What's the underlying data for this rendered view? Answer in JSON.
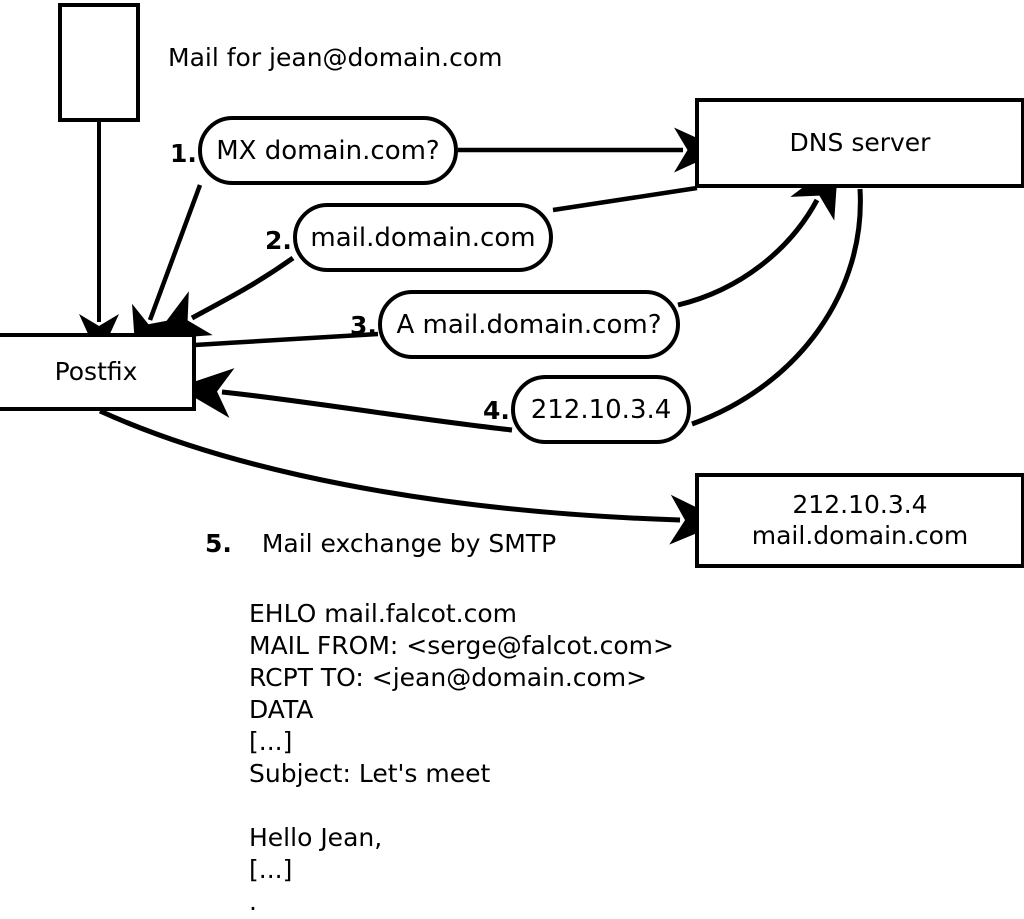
{
  "diagram": {
    "title_note": "Mail for jean@domain.com",
    "nodes": {
      "mail_client": {
        "label": ""
      },
      "postfix": {
        "label": "Postfix"
      },
      "dns_server": {
        "label": "DNS server"
      },
      "target_mail_server": {
        "line1": "212.10.3.4",
        "line2": "mail.domain.com"
      }
    },
    "steps": [
      {
        "num": "1.",
        "text": "MX domain.com?"
      },
      {
        "num": "2.",
        "text": "mail.domain.com"
      },
      {
        "num": "3.",
        "text": "A mail.domain.com?"
      },
      {
        "num": "4.",
        "text": "212.10.3.4"
      }
    ],
    "smtp": {
      "num": "5.",
      "label": "Mail exchange by SMTP",
      "transcript": "EHLO mail.falcot.com\nMAIL FROM: <serge@falcot.com>\nRCPT TO: <jean@domain.com>\nDATA\n[...]\nSubject: Let's meet\n\nHello Jean,\n[...]\n."
    },
    "colors": {
      "stroke": "#000000",
      "fill": "#ffffff",
      "text": "#000000"
    }
  }
}
